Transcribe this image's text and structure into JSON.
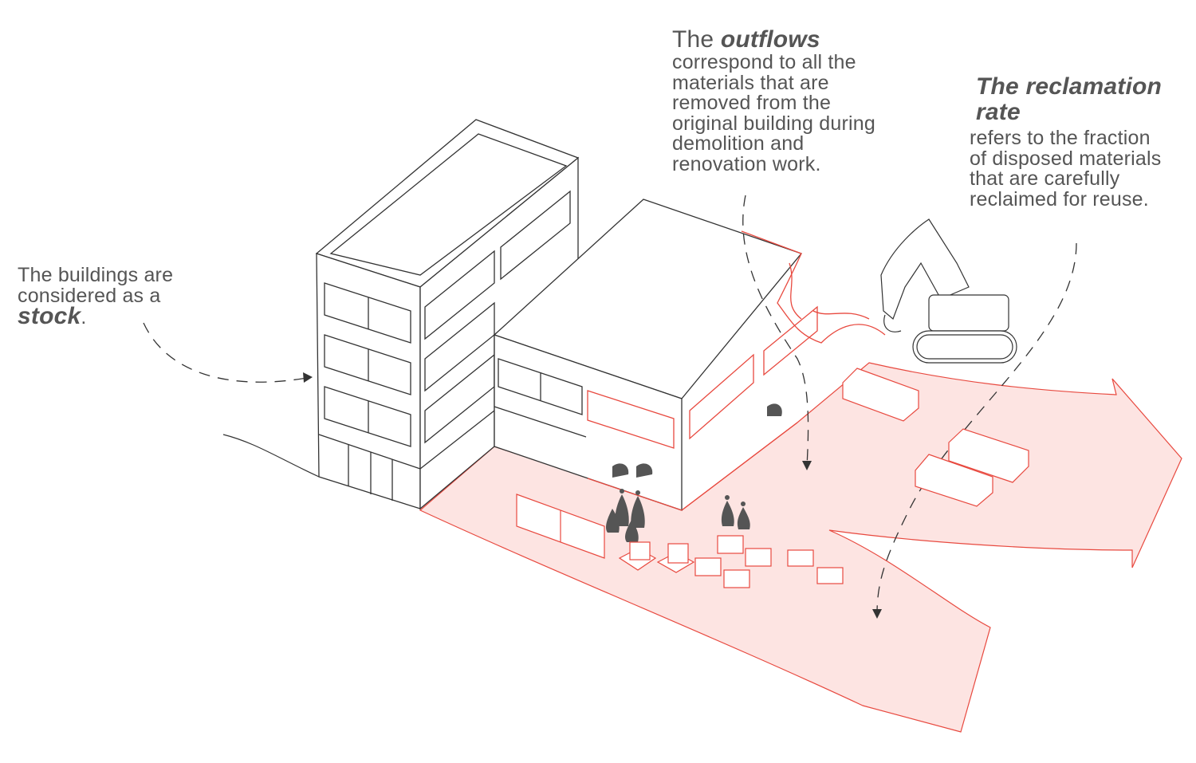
{
  "colors": {
    "accent_red": "#e8493f",
    "flow_fill": "#fde4e2",
    "text": "#555555",
    "ink": "#333333"
  },
  "annotations": {
    "stock": {
      "prefix": "The buildings are considered as a",
      "emphasis": "stock",
      "suffix": "."
    },
    "outflows": {
      "prefix": "The",
      "emphasis": "outflows",
      "body": "correspond to all the materials that are removed from the original building during demolition and renovation work."
    },
    "reclamation": {
      "emphasis": "The reclamation rate",
      "body": "refers to the fraction of disposed materials that are carefully reclaimed for reuse."
    }
  },
  "icons": [
    "building-icon",
    "excavator-icon",
    "worker-icon",
    "pallet-icon",
    "dumpster-icon",
    "flow-arrow-icon"
  ]
}
